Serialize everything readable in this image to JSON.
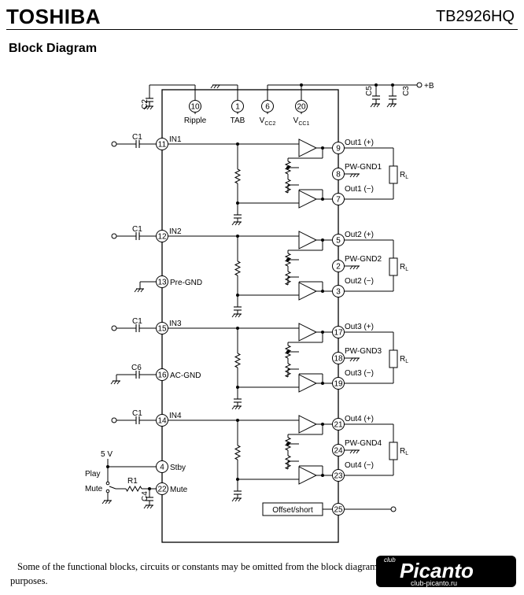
{
  "header": {
    "brand": "TOSHIBA",
    "part_number": "TB2926HQ"
  },
  "section_title": "Block Diagram",
  "top_pins": [
    {
      "num": "10",
      "label": "Ripple",
      "sub": ""
    },
    {
      "num": "1",
      "label": "TAB",
      "sub": ""
    },
    {
      "num": "6",
      "label": "V",
      "sub": "CC2"
    },
    {
      "num": "20",
      "label": "V",
      "sub": "CC1"
    }
  ],
  "supply_label": "+B",
  "caps": {
    "c2": "C2",
    "c5": "C5",
    "c3": "C3",
    "c1": "C1",
    "c6": "C6",
    "c4": "C4"
  },
  "left_pins": {
    "in1": {
      "num": "11",
      "label": "IN1"
    },
    "in2": {
      "num": "12",
      "label": "IN2"
    },
    "pregnd": {
      "num": "13",
      "label": "Pre-GND"
    },
    "in3": {
      "num": "15",
      "label": "IN3"
    },
    "acgnd": {
      "num": "16",
      "label": "AC-GND"
    },
    "in4": {
      "num": "14",
      "label": "IN4"
    },
    "stby": {
      "num": "4",
      "label": "Stby"
    },
    "mute": {
      "num": "22",
      "label": "Mute"
    }
  },
  "channels": [
    {
      "outp": "9",
      "outp_label": "Out1 (+)",
      "gnd": "8",
      "gnd_label": "PW-GND1",
      "outm": "7",
      "outm_label": "Out1 (−)"
    },
    {
      "outp": "5",
      "outp_label": "Out2 (+)",
      "gnd": "2",
      "gnd_label": "PW-GND2",
      "outm": "3",
      "outm_label": "Out2 (−)"
    },
    {
      "outp": "17",
      "outp_label": "Out3 (+)",
      "gnd": "18",
      "gnd_label": "PW-GND3",
      "outm": "19",
      "outm_label": "Out3 (−)"
    },
    {
      "outp": "21",
      "outp_label": "Out4 (+)",
      "gnd": "24",
      "gnd_label": "PW-GND4",
      "outm": "23",
      "outm_label": "Out4 (−)"
    }
  ],
  "load_label": "R",
  "load_sub": "L",
  "standby": {
    "voltage": "5 V",
    "play": "Play",
    "mute": "Mute",
    "r1": "R1"
  },
  "offset": {
    "label": "Offset/short",
    "num": "25"
  },
  "footnote": "Some of the functional blocks, circuits or constants may be omitted from the block diagram or simplified for explanatory purposes.",
  "watermark": {
    "logo": "Picanto",
    "url": "club-picanto.ru",
    "tag": "club"
  }
}
